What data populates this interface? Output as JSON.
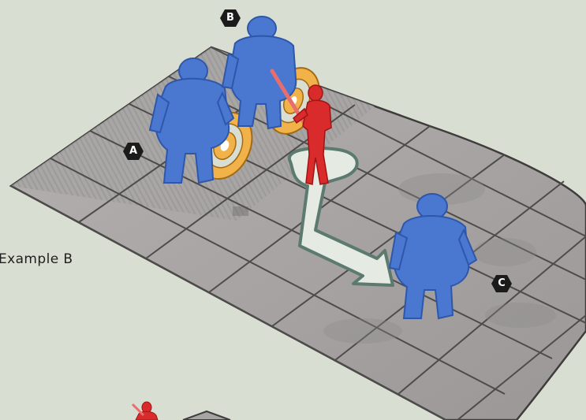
{
  "example": {
    "title": "Example B"
  },
  "markers": {
    "a": "A",
    "b": "B",
    "c": "C"
  },
  "figures": {
    "enemy_color": "#4a78d0",
    "enemy_color_dark": "#2e57aa",
    "player_color": "#d92b2b",
    "player_color_dark": "#a11414"
  },
  "targets": {
    "ring_color": "#f2b24a",
    "ring_center_color": "#ffffff"
  },
  "movement_arrow": {
    "fill_color": "#e7ebe4",
    "outline_color": "#5c7a70"
  },
  "board": {
    "tile_color": "#a7a4a4",
    "tile_dark": "#8f8c8c",
    "grid_line_color": "#4e4b4b"
  }
}
